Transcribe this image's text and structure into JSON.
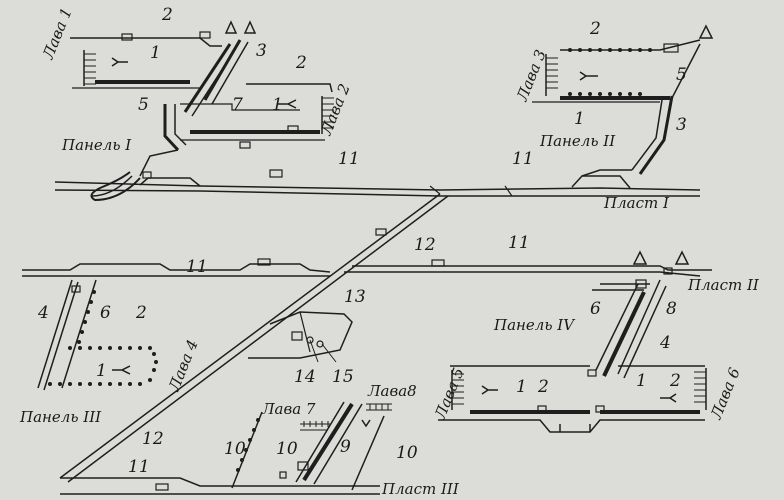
{
  "labels": {
    "lava1": "Лава 1",
    "lava2": "Лава 2",
    "lava3": "Лава 3",
    "lava4": "Лава 4",
    "lava5": "Лава 5",
    "lava6": "Лава 6",
    "lava7": "Лава 7",
    "lava8": "Лава8",
    "panel1": "Панель I",
    "panel2": "Панель II",
    "panel3": "Панель III",
    "panel4": "Панель IV",
    "plast1": "Пласт I",
    "plast2": "Пласт II",
    "plast3": "Пласт III"
  },
  "numbers": {
    "n1": "1",
    "n2": "2",
    "n3": "3",
    "n4": "4",
    "n5": "5",
    "n6": "6",
    "n7": "7",
    "n8": "8",
    "n9": "9",
    "n10": "10",
    "n11": "11",
    "n12": "12",
    "n13": "13",
    "n14": "14",
    "n15": "15"
  },
  "colors": {
    "ink": "#1e1e1e",
    "paper": "#dcdcd8"
  }
}
